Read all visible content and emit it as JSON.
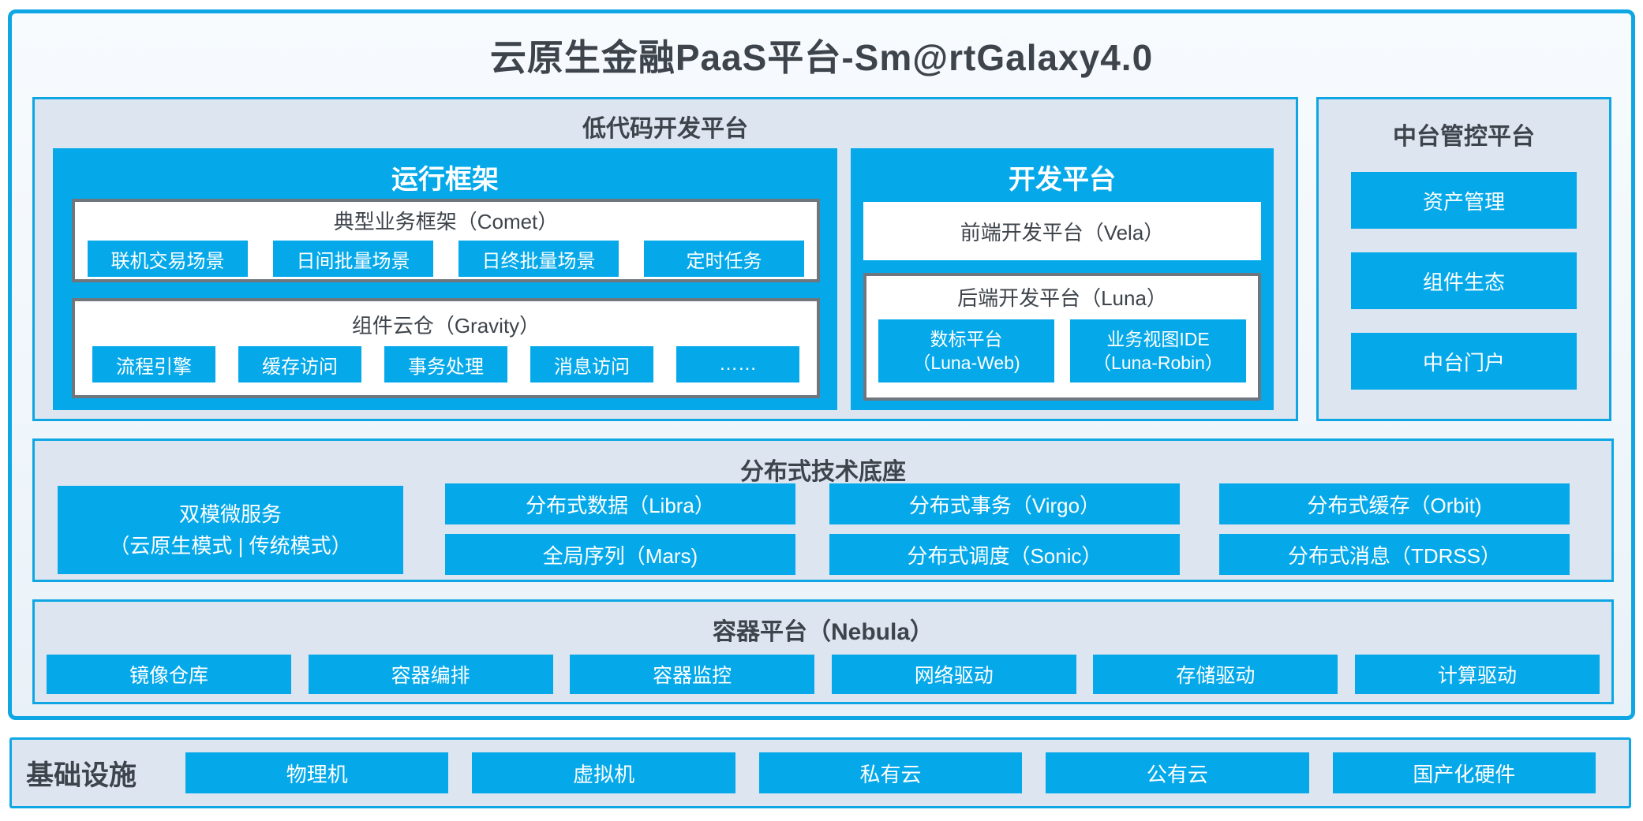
{
  "title": "云原生金融PaaS平台-Sm@rtGalaxy4.0",
  "colors": {
    "border_blue": "#0FA7E3",
    "fill_blue": "#05A9EA",
    "panel_bg": "#DDE5F1",
    "gray_border": "#6F767D",
    "dark_text": "#3E444B"
  },
  "low_code": {
    "title": "低代码开发平台",
    "runtime": {
      "title": "运行框架",
      "comet": {
        "title": "典型业务框架（Comet）",
        "items": [
          "联机交易场景",
          "日间批量场景",
          "日终批量场景",
          "定时任务"
        ]
      },
      "gravity": {
        "title": "组件云仓（Gravity）",
        "items": [
          "流程引擎",
          "缓存访问",
          "事务处理",
          "消息访问",
          "……"
        ]
      }
    },
    "dev": {
      "title": "开发平台",
      "vela": "前端开发平台（Vela）",
      "luna": {
        "title": "后端开发平台（Luna）",
        "items": [
          {
            "line1": "数标平台",
            "line2": "（Luna-Web)"
          },
          {
            "line1": "业务视图IDE",
            "line2": "（Luna-Robin）"
          }
        ]
      }
    }
  },
  "mid_platform": {
    "title": "中台管控平台",
    "items": [
      "资产管理",
      "组件生态",
      "中台门户"
    ]
  },
  "distributed": {
    "title": "分布式技术底座",
    "dual_mode": {
      "line1": "双模微服务",
      "line2": "（云原生模式 | 传统模式）"
    },
    "col2": [
      "分布式数据（Libra）",
      "全局序列（Mars)"
    ],
    "col3": [
      "分布式事务（Virgo）",
      "分布式调度（Sonic）"
    ],
    "col4": [
      "分布式缓存（Orbit)",
      "分布式消息（TDRSS）"
    ]
  },
  "container_platform": {
    "title": "容器平台（Nebula）",
    "items": [
      "镜像仓库",
      "容器编排",
      "容器监控",
      "网络驱动",
      "存储驱动",
      "计算驱动"
    ]
  },
  "infrastructure": {
    "title": "基础设施",
    "items": [
      "物理机",
      "虚拟机",
      "私有云",
      "公有云",
      "国产化硬件"
    ]
  }
}
